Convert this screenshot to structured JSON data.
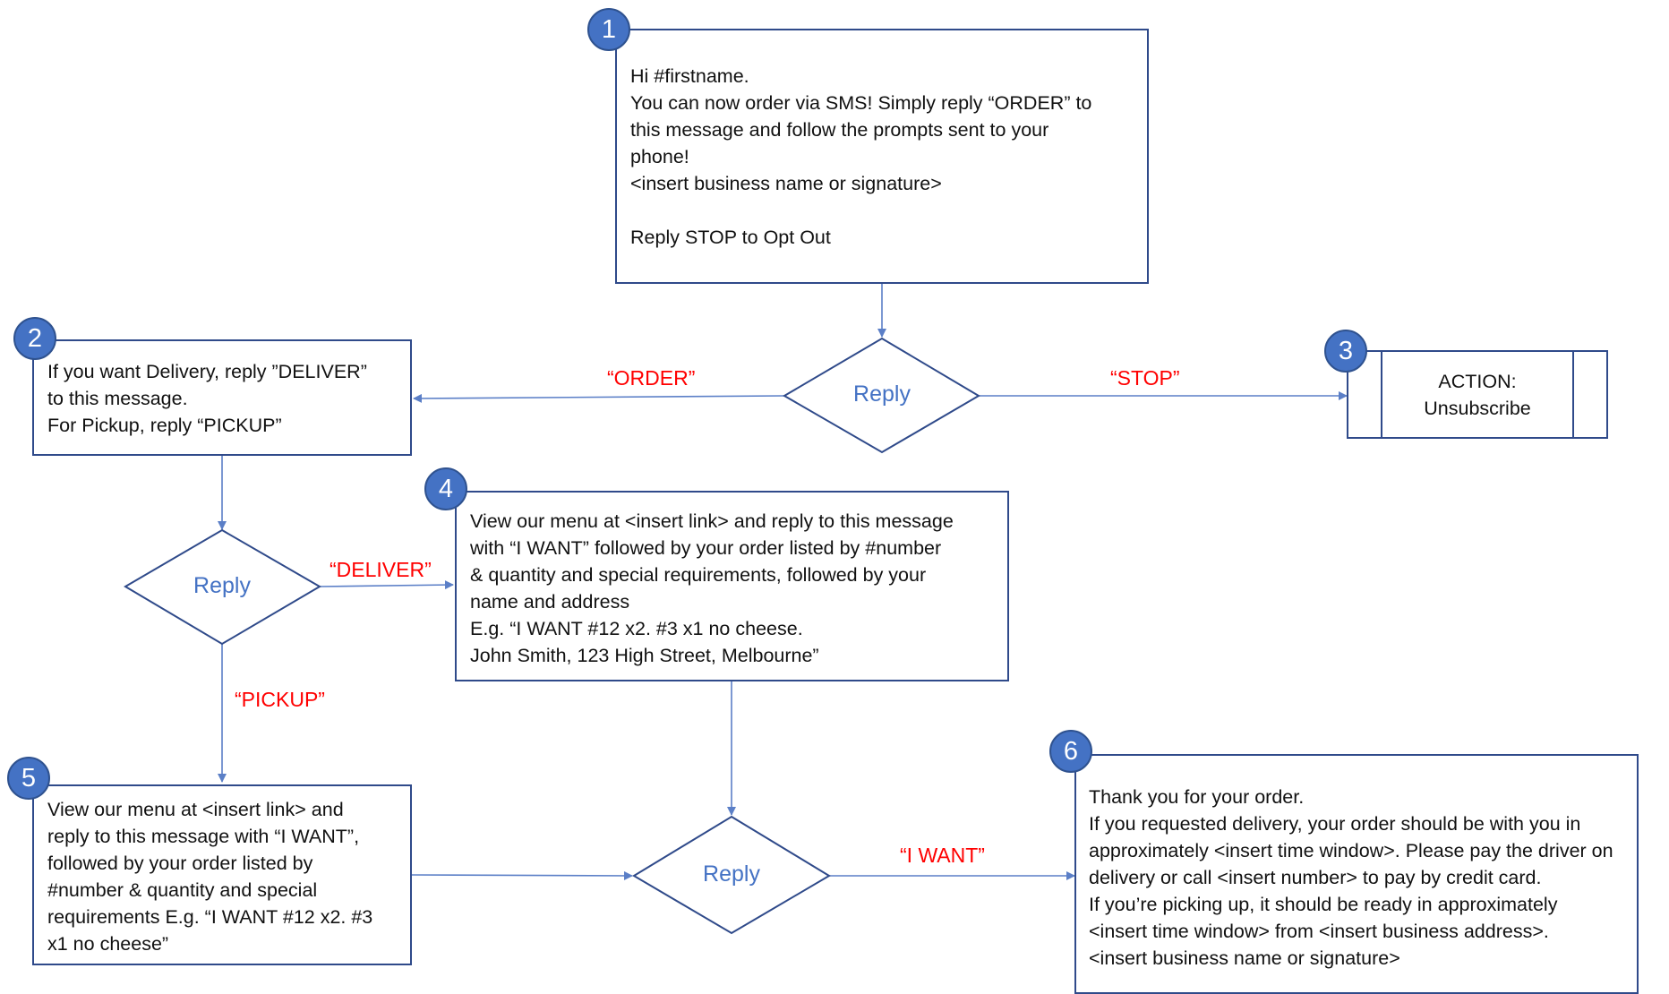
{
  "colors": {
    "box_border": "#2F4A8A",
    "arrow": "#5B7FC7",
    "badge_fill": "#4472C4",
    "edge_label": "#FF0000",
    "decision_label": "#4472C4"
  },
  "steps": {
    "s1": {
      "number": "1",
      "lines": [
        "Hi #firstname.",
        "You can now order via SMS! Simply reply “ORDER” to",
        "this message and follow the prompts sent to your",
        "phone!",
        "<insert business name or signature>",
        "",
        "Reply STOP to Opt Out"
      ]
    },
    "s2": {
      "number": "2",
      "lines": [
        "If you want Delivery, reply ”DELIVER”",
        "to this message.",
        "For Pickup, reply “PICKUP”"
      ]
    },
    "s3": {
      "number": "3",
      "lines": [
        "ACTION:",
        "Unsubscribe"
      ]
    },
    "s4": {
      "number": "4",
      "lines": [
        "View our menu at <insert link> and reply to this message",
        "with “I WANT” followed by your order listed by #number",
        "& quantity and special requirements, followed by your",
        "name and address",
        "E.g. “I WANT #12 x2. #3 x1 no cheese.",
        "John Smith, 123 High Street, Melbourne”"
      ]
    },
    "s5": {
      "number": "5",
      "lines": [
        "View our menu at <insert link> and",
        "reply to this message with “I WANT”,",
        "followed by your order listed by",
        "#number & quantity and special",
        "requirements E.g. “I WANT #12 x2. #3",
        "x1 no cheese”"
      ]
    },
    "s6": {
      "number": "6",
      "lines": [
        "Thank you for your order.",
        "If you requested delivery, your order should be with you in",
        "approximately <insert time window>. Please pay the driver on",
        "delivery or call <insert number> to pay by credit card.",
        "If you’re picking up, it should be ready in approximately",
        "<insert time window> from <insert business address>.",
        "<insert business name or signature>"
      ]
    }
  },
  "decisions": {
    "d1": "Reply",
    "d2": "Reply",
    "d3": "Reply"
  },
  "edges": {
    "order": "“ORDER”",
    "stop": "“STOP”",
    "deliver": "“DELIVER”",
    "pickup": "“PICKUP”",
    "iwant": "“I WANT”"
  }
}
